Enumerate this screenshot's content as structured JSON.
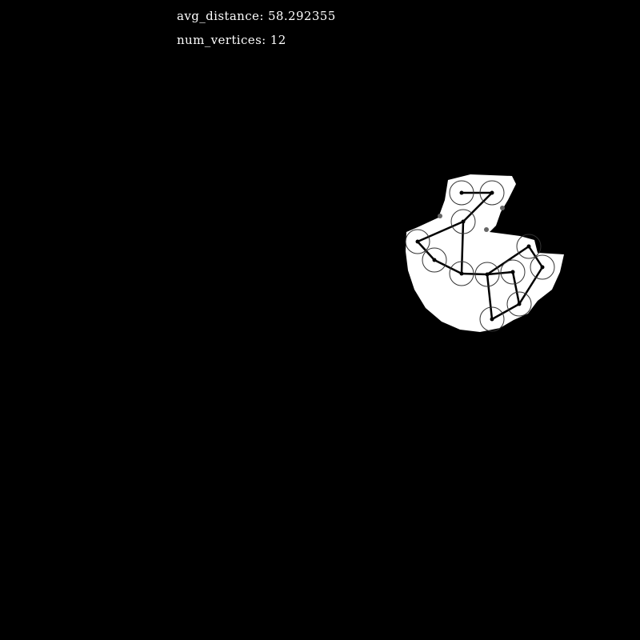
{
  "hud": {
    "avg_distance": "avg_distance: 58.292355",
    "num_vertices": "num_vertices: 12"
  },
  "colors": {
    "background": "#000000",
    "lit_area": "#ffffff",
    "edge": "#000000",
    "vertex_ring": "#333333",
    "stray_dot": "#666666"
  },
  "graph": {
    "vertices": [
      {
        "id": "v1"
      },
      {
        "id": "v2"
      },
      {
        "id": "v3"
      },
      {
        "id": "v4"
      },
      {
        "id": "v5"
      },
      {
        "id": "v6"
      },
      {
        "id": "v7"
      },
      {
        "id": "v8"
      },
      {
        "id": "v9"
      },
      {
        "id": "v10"
      },
      {
        "id": "v11"
      },
      {
        "id": "v12"
      }
    ],
    "edges": [
      [
        "v1",
        "v2"
      ],
      [
        "v2",
        "v3"
      ],
      [
        "v3",
        "v4"
      ],
      [
        "v4",
        "v5"
      ],
      [
        "v5",
        "v6"
      ],
      [
        "v6",
        "v7"
      ],
      [
        "v7",
        "v8"
      ],
      [
        "v8",
        "v9"
      ],
      [
        "v9",
        "v10"
      ],
      [
        "v10",
        "v11"
      ],
      [
        "v11",
        "v7"
      ],
      [
        "v7",
        "v12"
      ],
      [
        "v12",
        "v9"
      ],
      [
        "v3",
        "v6"
      ]
    ]
  }
}
